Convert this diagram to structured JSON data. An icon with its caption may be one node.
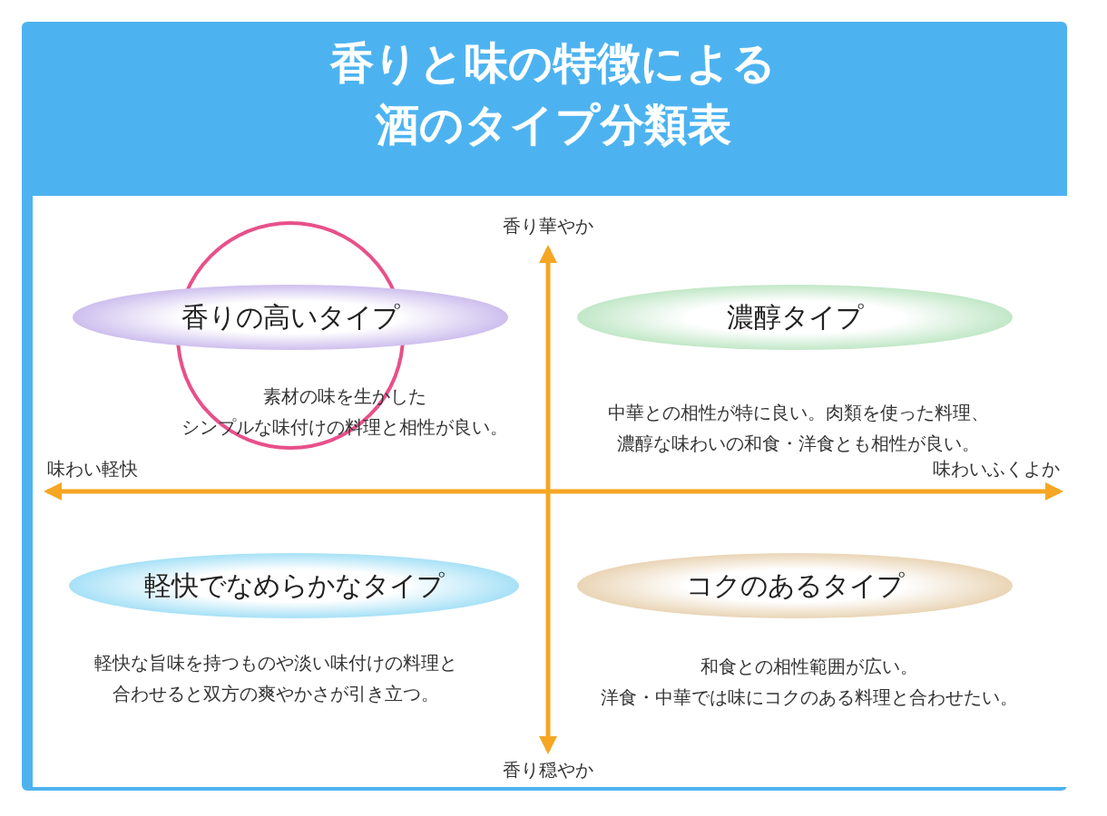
{
  "diagram": {
    "title": "香りと味の特徴による酒のタイプ分類表",
    "nodes": [
      {
        "text": [
          "香りの高いタイプ"
        ],
        "beside": [
          "素材の味を生かしたシンプルな味付けの料理と相性が良い。"
        ]
      },
      {
        "text": [
          "濃醇タイプ"
        ],
        "beside": [
          "中華との相性が特に良い。肉類を使った料理、濃醇な味わいの和食・洋食とも相性が良い。"
        ]
      },
      {
        "text": [
          "軽快でなめらかなタイプ"
        ],
        "beside": [
          "軽快な旨味を持つものや淡い味付けの料理と合わせると双方の爽やかさが引き立つ。"
        ]
      },
      {
        "text": [
          "コクのあるタイプ"
        ],
        "beside": [
          "和食との相性範囲が広い。洋食・中華では味にコクのある料理と合わせたい。"
        ]
      }
    ],
    "labels": [
      "香り華やか",
      "味わい軽快",
      "味わいふくよか",
      "香り穏やか"
    ]
  }
}
